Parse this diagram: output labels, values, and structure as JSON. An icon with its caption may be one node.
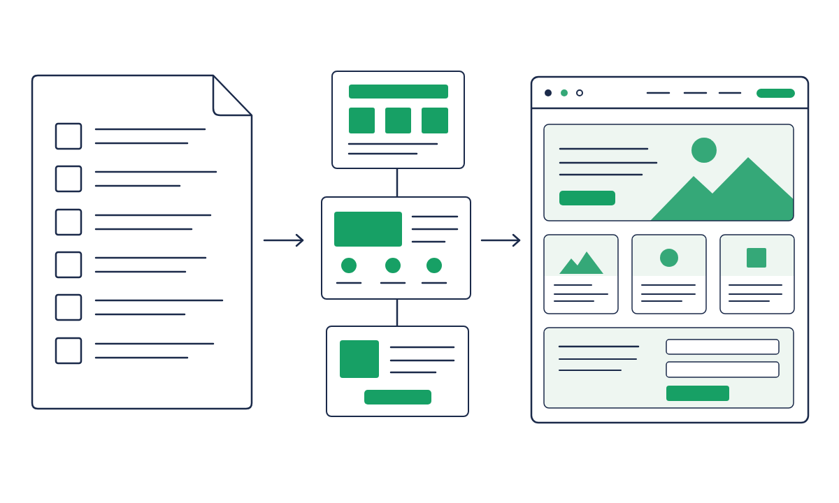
{
  "diagram": {
    "nodes": [
      {
        "text": [],
        "shape": "picture"
      },
      {
        "text": [],
        "shape": "box"
      },
      {
        "text": [],
        "shape": "box"
      },
      {
        "text": [],
        "shape": "box"
      },
      {
        "text": [],
        "shape": "picture"
      }
    ],
    "edges": [
      {
        "from": 0,
        "to": 2,
        "arrow": "to"
      },
      {
        "from": 1,
        "to": 2,
        "arrow": "none"
      },
      {
        "from": 2,
        "to": 3,
        "arrow": "none"
      },
      {
        "from": 2,
        "to": 4,
        "arrow": "to"
      }
    ]
  }
}
